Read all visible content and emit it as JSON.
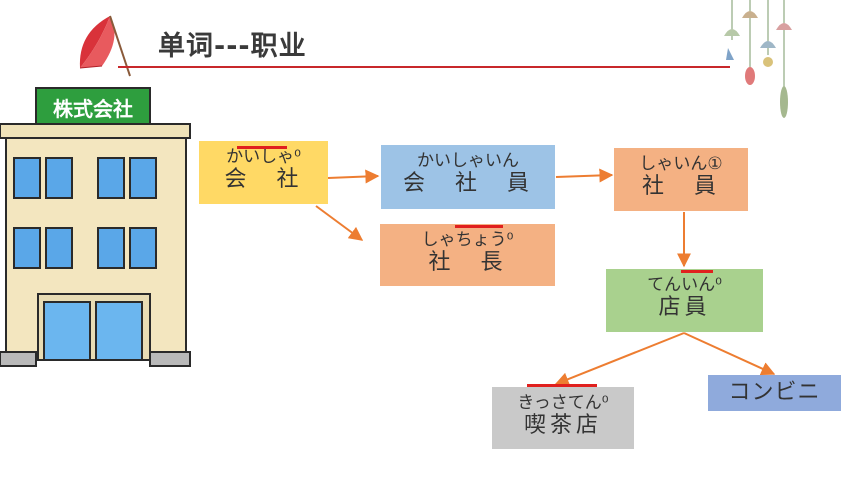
{
  "slide": {
    "title": "单词---职业",
    "building_sign": "株式会社"
  },
  "boxes": {
    "kaisha": {
      "reading": "かいしゃ⁰",
      "kanji": "会　社"
    },
    "kaishain": {
      "reading": "かいしゃいん",
      "kanji": "会　社　員"
    },
    "shain": {
      "reading": "しゃいん①",
      "kanji": "社　員"
    },
    "shachou": {
      "reading": "しゃちょう⁰",
      "kanji": "社　長"
    },
    "tenin": {
      "reading": "てんいん⁰",
      "kanji": "店員"
    },
    "kissaten": {
      "reading": "きっさてん⁰",
      "kanji": "喫茶店"
    },
    "konbini": {
      "label": "コンビニ"
    }
  },
  "colors": {
    "yellow": "#ffd965",
    "blue": "#9dc3e6",
    "orange": "#f4b183",
    "green": "#a9d18e",
    "gray": "#c9c9c9",
    "periwinkle": "#8faadc",
    "arrow": "#ed7d31",
    "accent": "#e0201e"
  }
}
